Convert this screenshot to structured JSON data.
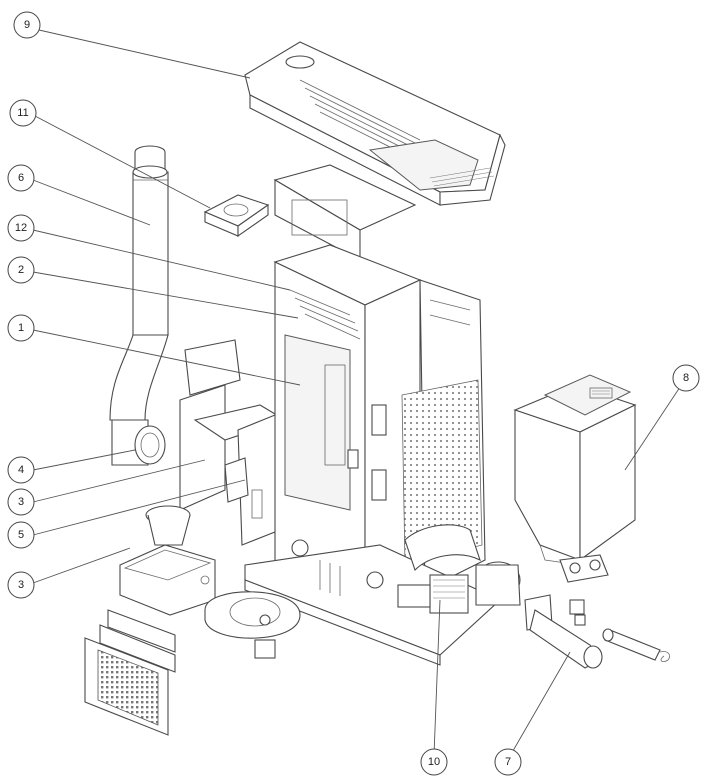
{
  "callouts": [
    {
      "label": "9"
    },
    {
      "label": "11"
    },
    {
      "label": "6"
    },
    {
      "label": "12"
    },
    {
      "label": "2"
    },
    {
      "label": "1"
    },
    {
      "label": "4"
    },
    {
      "label": "3"
    },
    {
      "label": "5"
    },
    {
      "label": "3"
    },
    {
      "label": "8"
    },
    {
      "label": "10"
    },
    {
      "label": "7"
    }
  ],
  "colors": {
    "line": "#4a4a4a",
    "background": "#ffffff"
  }
}
